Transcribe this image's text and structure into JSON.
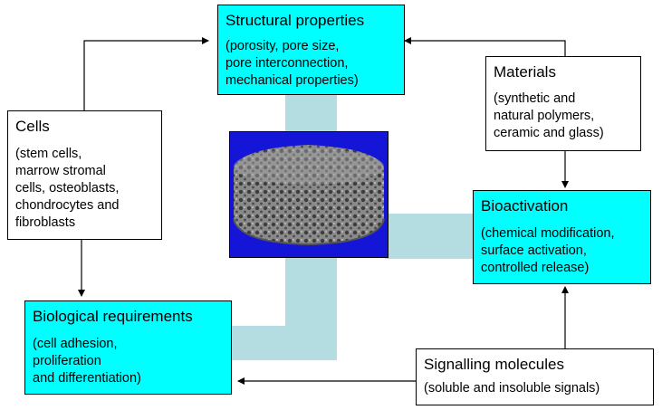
{
  "colors": {
    "cyan_box": "#00ffff",
    "connector_band": "#b3dde0",
    "scaffold_background": "#1515d8",
    "scaffold_texture": "#8a8a8a"
  },
  "nodes": {
    "structural": {
      "title": "Structural properties",
      "description": "(porosity, pore size,\npore interconnection,\nmechanical properties)"
    },
    "materials": {
      "title": "Materials",
      "description": "(synthetic and\nnatural polymers,\nceramic and glass)"
    },
    "cells": {
      "title": "Cells",
      "description": "(stem cells,\nmarrow stromal\ncells, osteoblasts,\nchondrocytes and\nfibroblasts"
    },
    "bioactivation": {
      "title": "Bioactivation",
      "description": "(chemical modification,\nsurface activation,\ncontrolled release)"
    },
    "biological": {
      "title": "Biological requirements",
      "description": "(cell adhesion,\nproliferation\nand differentiation)"
    },
    "signalling": {
      "title": "Signalling molecules",
      "description": "(soluble and insoluble signals)"
    }
  },
  "center_image": {
    "icon": "porous-scaffold-icon"
  }
}
